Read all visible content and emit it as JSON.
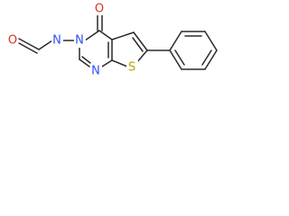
{
  "molecule": {
    "atoms": [
      {
        "id": "o_aldehyde",
        "symbol": "O",
        "color": "#e0301e"
      },
      {
        "id": "n_amide",
        "symbol": "N",
        "color": "#3050f8"
      },
      {
        "id": "o_ring",
        "symbol": "O",
        "color": "#e0301e"
      },
      {
        "id": "n_ring_3",
        "symbol": "N",
        "color": "#3050f8"
      },
      {
        "id": "n_ring_1",
        "symbol": "N",
        "color": "#3050f8"
      },
      {
        "id": "s_thiophene",
        "symbol": "S",
        "color": "#b8a000"
      }
    ],
    "bond_color": "#2a2a2a"
  }
}
